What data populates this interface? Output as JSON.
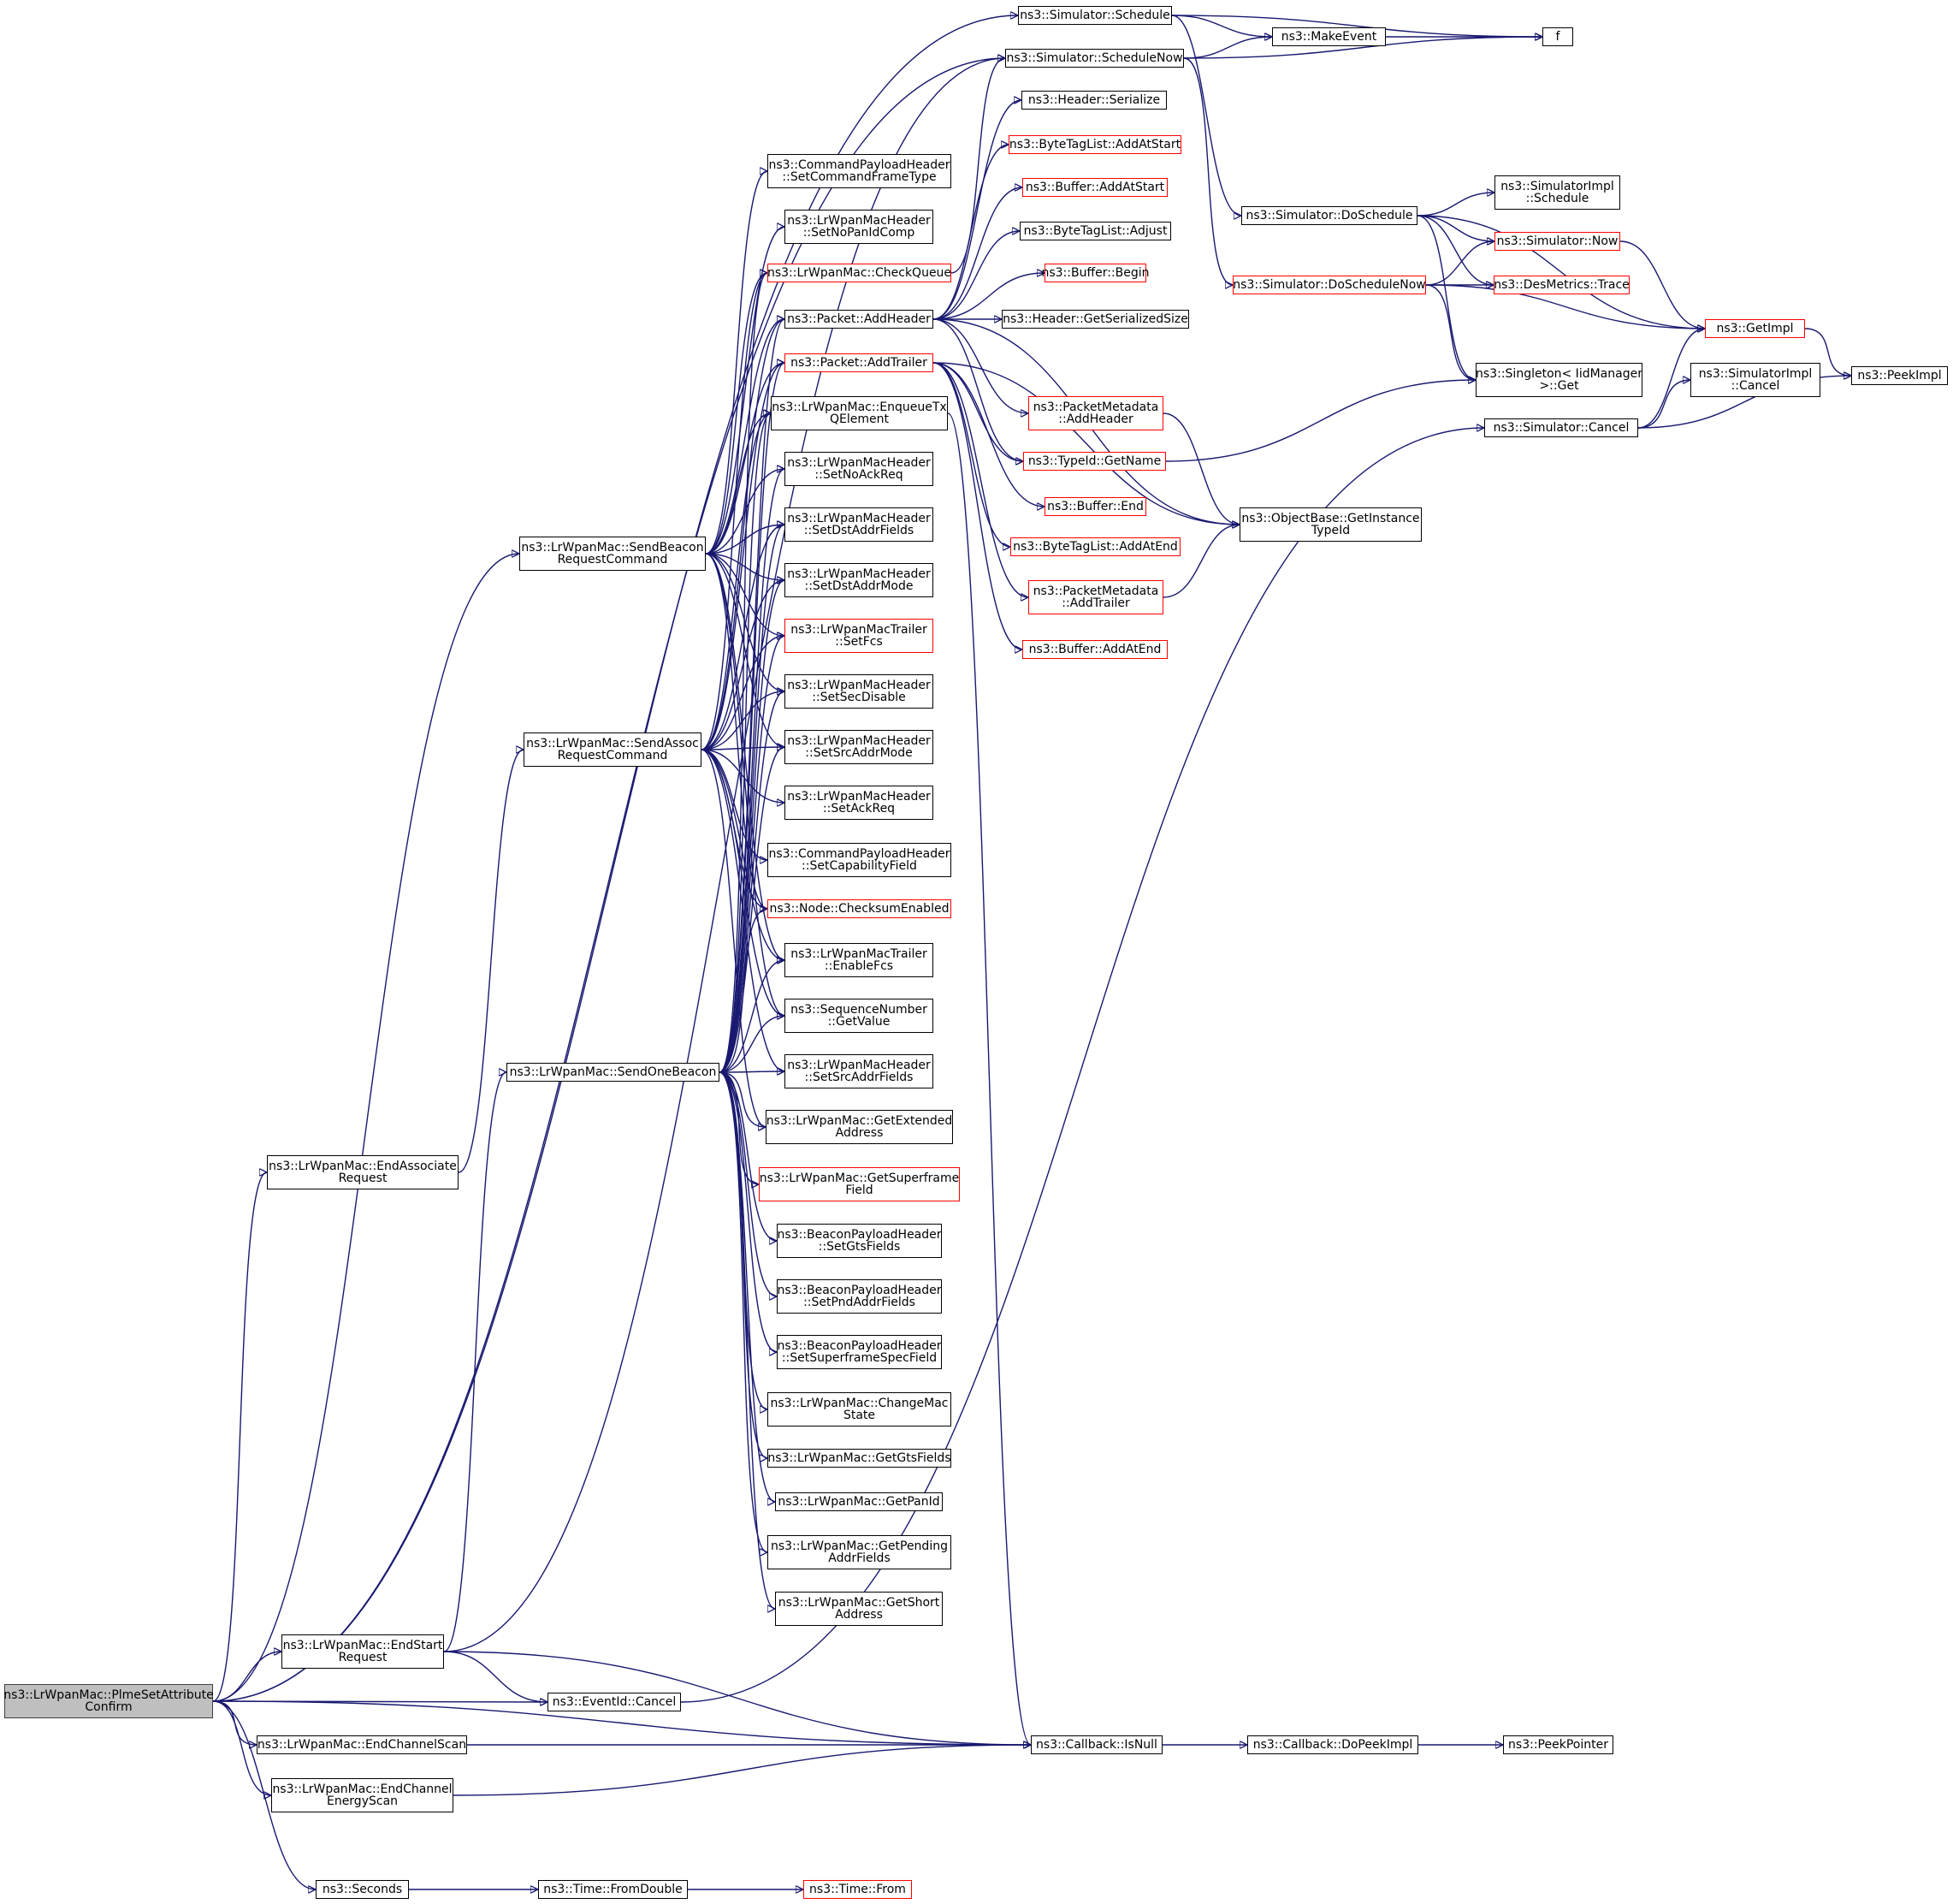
{
  "graph": {
    "edge_color": "#191970",
    "red_border_color": "#ff0000",
    "root_fill_color": "#bfbfbf",
    "nodes": [
      {
        "id": "root",
        "lines": [
          "ns3::LrWpanMac::PlmeSetAttribute",
          "Confirm"
        ],
        "style": "root"
      },
      {
        "id": "sendBeaconReq",
        "lines": [
          "ns3::LrWpanMac::SendBeacon",
          "RequestCommand"
        ],
        "style": "normal"
      },
      {
        "id": "sendAssocReq",
        "lines": [
          "ns3::LrWpanMac::SendAssoc",
          "RequestCommand"
        ],
        "style": "normal"
      },
      {
        "id": "sendOneBeacon",
        "lines": [
          "ns3::LrWpanMac::SendOneBeacon"
        ],
        "style": "normal"
      },
      {
        "id": "endAssocReq",
        "lines": [
          "ns3::LrWpanMac::EndAssociate",
          "Request"
        ],
        "style": "normal"
      },
      {
        "id": "endStartReq",
        "lines": [
          "ns3::LrWpanMac::EndStart",
          "Request"
        ],
        "style": "normal"
      },
      {
        "id": "endChannelScan",
        "lines": [
          "ns3::LrWpanMac::EndChannelScan"
        ],
        "style": "normal"
      },
      {
        "id": "endChEnergyScan",
        "lines": [
          "ns3::LrWpanMac::EndChannel",
          "EnergyScan"
        ],
        "style": "normal"
      },
      {
        "id": "seconds",
        "lines": [
          "ns3::Seconds"
        ],
        "style": "normal"
      },
      {
        "id": "eventCancel",
        "lines": [
          "ns3::EventId::Cancel"
        ],
        "style": "normal"
      },
      {
        "id": "cbIsNull",
        "lines": [
          "ns3::Callback::IsNull"
        ],
        "style": "normal"
      },
      {
        "id": "cbDoPeekImpl",
        "lines": [
          "ns3::Callback::DoPeekImpl"
        ],
        "style": "normal"
      },
      {
        "id": "peekPointer",
        "lines": [
          "ns3::PeekPointer"
        ],
        "style": "normal"
      },
      {
        "id": "timeFromDouble",
        "lines": [
          "ns3::Time::FromDouble"
        ],
        "style": "normal"
      },
      {
        "id": "timeFrom",
        "lines": [
          "ns3::Time::From"
        ],
        "style": "red"
      },
      {
        "id": "simSchedule",
        "lines": [
          "ns3::Simulator::Schedule"
        ],
        "style": "normal"
      },
      {
        "id": "simScheduleNow",
        "lines": [
          "ns3::Simulator::ScheduleNow"
        ],
        "style": "normal"
      },
      {
        "id": "makeEvent",
        "lines": [
          "ns3::MakeEvent"
        ],
        "style": "normal"
      },
      {
        "id": "f",
        "lines": [
          "f"
        ],
        "style": "normal"
      },
      {
        "id": "hdrSerialize",
        "lines": [
          "ns3::Header::Serialize"
        ],
        "style": "normal"
      },
      {
        "id": "btlAddAtStart",
        "lines": [
          "ns3::ByteTagList::AddAtStart"
        ],
        "style": "red"
      },
      {
        "id": "bufAddAtStart",
        "lines": [
          "ns3::Buffer::AddAtStart"
        ],
        "style": "red"
      },
      {
        "id": "btlAdjust",
        "lines": [
          "ns3::ByteTagList::Adjust"
        ],
        "style": "normal"
      },
      {
        "id": "bufBegin",
        "lines": [
          "ns3::Buffer::Begin"
        ],
        "style": "red"
      },
      {
        "id": "hdrGetSerSize",
        "lines": [
          "ns3::Header::GetSerializedSize"
        ],
        "style": "normal"
      },
      {
        "id": "pmAddHeader",
        "lines": [
          "ns3::PacketMetadata",
          "::AddHeader"
        ],
        "style": "red"
      },
      {
        "id": "typeIdGetName",
        "lines": [
          "ns3::TypeId::GetName"
        ],
        "style": "red"
      },
      {
        "id": "bufEnd",
        "lines": [
          "ns3::Buffer::End"
        ],
        "style": "red"
      },
      {
        "id": "btlAddAtEnd",
        "lines": [
          "ns3::ByteTagList::AddAtEnd"
        ],
        "style": "red"
      },
      {
        "id": "pmAddTrailer",
        "lines": [
          "ns3::PacketMetadata",
          "::AddTrailer"
        ],
        "style": "red"
      },
      {
        "id": "bufAddAtEnd",
        "lines": [
          "ns3::Buffer::AddAtEnd"
        ],
        "style": "red"
      },
      {
        "id": "objGetInstTypeId",
        "lines": [
          "ns3::ObjectBase::GetInstance",
          "TypeId"
        ],
        "style": "normal"
      },
      {
        "id": "simDoSchedule",
        "lines": [
          "ns3::Simulator::DoSchedule"
        ],
        "style": "normal"
      },
      {
        "id": "simDoScheduleNow",
        "lines": [
          "ns3::Simulator::DoScheduleNow"
        ],
        "style": "red"
      },
      {
        "id": "simImplSchedule",
        "lines": [
          "ns3::SimulatorImpl",
          "::Schedule"
        ],
        "style": "normal"
      },
      {
        "id": "simNow",
        "lines": [
          "ns3::Simulator::Now"
        ],
        "style": "red"
      },
      {
        "id": "desTrace",
        "lines": [
          "ns3::DesMetrics::Trace"
        ],
        "style": "red"
      },
      {
        "id": "getImpl",
        "lines": [
          "ns3::GetImpl"
        ],
        "style": "red"
      },
      {
        "id": "singletonGet",
        "lines": [
          "ns3::Singleton< IidManager",
          ">::Get"
        ],
        "style": "normal"
      },
      {
        "id": "simImplCancel",
        "lines": [
          "ns3::SimulatorImpl",
          "::Cancel"
        ],
        "style": "normal"
      },
      {
        "id": "peekImpl",
        "lines": [
          "ns3::PeekImpl"
        ],
        "style": "normal"
      },
      {
        "id": "simCancel",
        "lines": [
          "ns3::Simulator::Cancel"
        ],
        "style": "normal"
      },
      {
        "id": "cphSetCmdFrameType",
        "lines": [
          "ns3::CommandPayloadHeader",
          "::SetCommandFrameType"
        ],
        "style": "normal"
      },
      {
        "id": "mhSetNoPanIdComp",
        "lines": [
          "ns3::LrWpanMacHeader",
          "::SetNoPanIdComp"
        ],
        "style": "normal"
      },
      {
        "id": "checkQueue",
        "lines": [
          "ns3::LrWpanMac::CheckQueue"
        ],
        "style": "red"
      },
      {
        "id": "pktAddHeader",
        "lines": [
          "ns3::Packet::AddHeader"
        ],
        "style": "normal"
      },
      {
        "id": "pktAddTrailer",
        "lines": [
          "ns3::Packet::AddTrailer"
        ],
        "style": "red"
      },
      {
        "id": "enqueueTx",
        "lines": [
          "ns3::LrWpanMac::EnqueueTx",
          "QElement"
        ],
        "style": "normal"
      },
      {
        "id": "mhSetNoAckReq",
        "lines": [
          "ns3::LrWpanMacHeader",
          "::SetNoAckReq"
        ],
        "style": "normal"
      },
      {
        "id": "mhSetDstAddrFields",
        "lines": [
          "ns3::LrWpanMacHeader",
          "::SetDstAddrFields"
        ],
        "style": "normal"
      },
      {
        "id": "mhSetDstAddrMode",
        "lines": [
          "ns3::LrWpanMacHeader",
          "::SetDstAddrMode"
        ],
        "style": "normal"
      },
      {
        "id": "mtSetFcs",
        "lines": [
          "ns3::LrWpanMacTrailer",
          "::SetFcs"
        ],
        "style": "red"
      },
      {
        "id": "mhSetSecDisable",
        "lines": [
          "ns3::LrWpanMacHeader",
          "::SetSecDisable"
        ],
        "style": "normal"
      },
      {
        "id": "mhSetSrcAddrMode",
        "lines": [
          "ns3::LrWpanMacHeader",
          "::SetSrcAddrMode"
        ],
        "style": "normal"
      },
      {
        "id": "mhSetAckReq",
        "lines": [
          "ns3::LrWpanMacHeader",
          "::SetAckReq"
        ],
        "style": "normal"
      },
      {
        "id": "cphSetCapField",
        "lines": [
          "ns3::CommandPayloadHeader",
          "::SetCapabilityField"
        ],
        "style": "normal"
      },
      {
        "id": "nodeChecksum",
        "lines": [
          "ns3::Node::ChecksumEnabled"
        ],
        "style": "red"
      },
      {
        "id": "mtEnableFcs",
        "lines": [
          "ns3::LrWpanMacTrailer",
          "::EnableFcs"
        ],
        "style": "normal"
      },
      {
        "id": "seqGetValue",
        "lines": [
          "ns3::SequenceNumber",
          "::GetValue"
        ],
        "style": "normal"
      },
      {
        "id": "mhSetSrcAddrFields",
        "lines": [
          "ns3::LrWpanMacHeader",
          "::SetSrcAddrFields"
        ],
        "style": "normal"
      },
      {
        "id": "getExtAddr",
        "lines": [
          "ns3::LrWpanMac::GetExtended",
          "Address"
        ],
        "style": "normal"
      },
      {
        "id": "getSuperframeField",
        "lines": [
          "ns3::LrWpanMac::GetSuperframe",
          "Field"
        ],
        "style": "red"
      },
      {
        "id": "bphSetGtsFields",
        "lines": [
          "ns3::BeaconPayloadHeader",
          "::SetGtsFields"
        ],
        "style": "normal"
      },
      {
        "id": "bphSetPndAddrFields",
        "lines": [
          "ns3::BeaconPayloadHeader",
          "::SetPndAddrFields"
        ],
        "style": "normal"
      },
      {
        "id": "bphSetSfSpecField",
        "lines": [
          "ns3::BeaconPayloadHeader",
          "::SetSuperframeSpecField"
        ],
        "style": "normal"
      },
      {
        "id": "changeMacState",
        "lines": [
          "ns3::LrWpanMac::ChangeMac",
          "State"
        ],
        "style": "normal"
      },
      {
        "id": "getGtsFields",
        "lines": [
          "ns3::LrWpanMac::GetGtsFields"
        ],
        "style": "normal"
      },
      {
        "id": "getPanId",
        "lines": [
          "ns3::LrWpanMac::GetPanId"
        ],
        "style": "normal"
      },
      {
        "id": "getPendingAddr",
        "lines": [
          "ns3::LrWpanMac::GetPending",
          "AddrFields"
        ],
        "style": "normal"
      },
      {
        "id": "getShortAddr",
        "lines": [
          "ns3::LrWpanMac::GetShort",
          "Address"
        ],
        "style": "normal"
      }
    ],
    "edges": [
      [
        "root",
        "simSchedule"
      ],
      [
        "root",
        "simScheduleNow"
      ],
      [
        "root",
        "sendBeaconReq"
      ],
      [
        "root",
        "endAssocReq"
      ],
      [
        "root",
        "endStartReq"
      ],
      [
        "root",
        "eventCancel"
      ],
      [
        "root",
        "endChannelScan"
      ],
      [
        "root",
        "cbIsNull"
      ],
      [
        "root",
        "endChEnergyScan"
      ],
      [
        "root",
        "seconds"
      ],
      [
        "endAssocReq",
        "sendAssocReq"
      ],
      [
        "endStartReq",
        "sendOneBeacon"
      ],
      [
        "endStartReq",
        "simScheduleNow"
      ],
      [
        "endStartReq",
        "eventCancel"
      ],
      [
        "endStartReq",
        "cbIsNull"
      ],
      [
        "endChannelScan",
        "cbIsNull"
      ],
      [
        "endChEnergyScan",
        "cbIsNull"
      ],
      [
        "seconds",
        "timeFromDouble"
      ],
      [
        "timeFromDouble",
        "timeFrom"
      ],
      [
        "eventCancel",
        "simCancel"
      ],
      [
        "cbIsNull",
        "cbDoPeekImpl"
      ],
      [
        "cbDoPeekImpl",
        "peekPointer"
      ],
      [
        "simSchedule",
        "makeEvent"
      ],
      [
        "simSchedule",
        "f"
      ],
      [
        "simSchedule",
        "simDoSchedule"
      ],
      [
        "simScheduleNow",
        "makeEvent"
      ],
      [
        "simScheduleNow",
        "f"
      ],
      [
        "simScheduleNow",
        "simDoScheduleNow"
      ],
      [
        "makeEvent",
        "f"
      ],
      [
        "simDoSchedule",
        "simImplSchedule"
      ],
      [
        "simDoSchedule",
        "simNow"
      ],
      [
        "simDoSchedule",
        "desTrace"
      ],
      [
        "simDoSchedule",
        "getImpl"
      ],
      [
        "simDoSchedule",
        "singletonGet"
      ],
      [
        "simDoScheduleNow",
        "simNow"
      ],
      [
        "simDoScheduleNow",
        "desTrace"
      ],
      [
        "simDoScheduleNow",
        "getImpl"
      ],
      [
        "simDoScheduleNow",
        "singletonGet"
      ],
      [
        "simNow",
        "getImpl"
      ],
      [
        "getImpl",
        "peekImpl"
      ],
      [
        "simCancel",
        "getImpl"
      ],
      [
        "simCancel",
        "simImplCancel"
      ],
      [
        "simCancel",
        "peekImpl"
      ],
      [
        "checkQueue",
        "simScheduleNow"
      ],
      [
        "pktAddHeader",
        "hdrSerialize"
      ],
      [
        "pktAddHeader",
        "btlAddAtStart"
      ],
      [
        "pktAddHeader",
        "bufAddAtStart"
      ],
      [
        "pktAddHeader",
        "btlAdjust"
      ],
      [
        "pktAddHeader",
        "bufBegin"
      ],
      [
        "pktAddHeader",
        "hdrGetSerSize"
      ],
      [
        "pktAddHeader",
        "pmAddHeader"
      ],
      [
        "pktAddHeader",
        "typeIdGetName"
      ],
      [
        "pktAddHeader",
        "objGetInstTypeId"
      ],
      [
        "pktAddTrailer",
        "typeIdGetName"
      ],
      [
        "pktAddTrailer",
        "bufEnd"
      ],
      [
        "pktAddTrailer",
        "btlAddAtEnd"
      ],
      [
        "pktAddTrailer",
        "pmAddTrailer"
      ],
      [
        "pktAddTrailer",
        "bufAddAtEnd"
      ],
      [
        "pktAddTrailer",
        "objGetInstTypeId"
      ],
      [
        "pmAddHeader",
        "objGetInstTypeId"
      ],
      [
        "pmAddTrailer",
        "objGetInstTypeId"
      ],
      [
        "typeIdGetName",
        "singletonGet"
      ],
      [
        "enqueueTx",
        "cbIsNull"
      ],
      [
        "sendBeaconReq",
        "cphSetCmdFrameType"
      ],
      [
        "sendBeaconReq",
        "mhSetNoPanIdComp"
      ],
      [
        "sendBeaconReq",
        "checkQueue"
      ],
      [
        "sendBeaconReq",
        "pktAddHeader"
      ],
      [
        "sendBeaconReq",
        "pktAddTrailer"
      ],
      [
        "sendBeaconReq",
        "enqueueTx"
      ],
      [
        "sendBeaconReq",
        "mhSetNoAckReq"
      ],
      [
        "sendBeaconReq",
        "mhSetDstAddrFields"
      ],
      [
        "sendBeaconReq",
        "mhSetDstAddrMode"
      ],
      [
        "sendBeaconReq",
        "mtSetFcs"
      ],
      [
        "sendBeaconReq",
        "mhSetSecDisable"
      ],
      [
        "sendBeaconReq",
        "mhSetSrcAddrMode"
      ],
      [
        "sendBeaconReq",
        "nodeChecksum"
      ],
      [
        "sendBeaconReq",
        "mtEnableFcs"
      ],
      [
        "sendBeaconReq",
        "seqGetValue"
      ],
      [
        "sendAssocReq",
        "checkQueue"
      ],
      [
        "sendAssocReq",
        "pktAddHeader"
      ],
      [
        "sendAssocReq",
        "pktAddTrailer"
      ],
      [
        "sendAssocReq",
        "enqueueTx"
      ],
      [
        "sendAssocReq",
        "mhSetDstAddrFields"
      ],
      [
        "sendAssocReq",
        "mhSetDstAddrMode"
      ],
      [
        "sendAssocReq",
        "mtSetFcs"
      ],
      [
        "sendAssocReq",
        "mhSetSecDisable"
      ],
      [
        "sendAssocReq",
        "mhSetSrcAddrMode"
      ],
      [
        "sendAssocReq",
        "mhSetAckReq"
      ],
      [
        "sendAssocReq",
        "cphSetCapField"
      ],
      [
        "sendAssocReq",
        "nodeChecksum"
      ],
      [
        "sendAssocReq",
        "mtEnableFcs"
      ],
      [
        "sendAssocReq",
        "seqGetValue"
      ],
      [
        "sendAssocReq",
        "mhSetSrcAddrFields"
      ],
      [
        "sendAssocReq",
        "getExtAddr"
      ],
      [
        "sendOneBeacon",
        "checkQueue"
      ],
      [
        "sendOneBeacon",
        "pktAddHeader"
      ],
      [
        "sendOneBeacon",
        "pktAddTrailer"
      ],
      [
        "sendOneBeacon",
        "enqueueTx"
      ],
      [
        "sendOneBeacon",
        "mhSetNoAckReq"
      ],
      [
        "sendOneBeacon",
        "mhSetDstAddrFields"
      ],
      [
        "sendOneBeacon",
        "mhSetDstAddrMode"
      ],
      [
        "sendOneBeacon",
        "mtSetFcs"
      ],
      [
        "sendOneBeacon",
        "mhSetSecDisable"
      ],
      [
        "sendOneBeacon",
        "mhSetSrcAddrMode"
      ],
      [
        "sendOneBeacon",
        "nodeChecksum"
      ],
      [
        "sendOneBeacon",
        "mtEnableFcs"
      ],
      [
        "sendOneBeacon",
        "seqGetValue"
      ],
      [
        "sendOneBeacon",
        "mhSetSrcAddrFields"
      ],
      [
        "sendOneBeacon",
        "getExtAddr"
      ],
      [
        "sendOneBeacon",
        "getSuperframeField"
      ],
      [
        "sendOneBeacon",
        "bphSetGtsFields"
      ],
      [
        "sendOneBeacon",
        "bphSetPndAddrFields"
      ],
      [
        "sendOneBeacon",
        "bphSetSfSpecField"
      ],
      [
        "sendOneBeacon",
        "changeMacState"
      ],
      [
        "sendOneBeacon",
        "getGtsFields"
      ],
      [
        "sendOneBeacon",
        "getPanId"
      ],
      [
        "sendOneBeacon",
        "getPendingAddr"
      ],
      [
        "sendOneBeacon",
        "getShortAddr"
      ]
    ]
  }
}
